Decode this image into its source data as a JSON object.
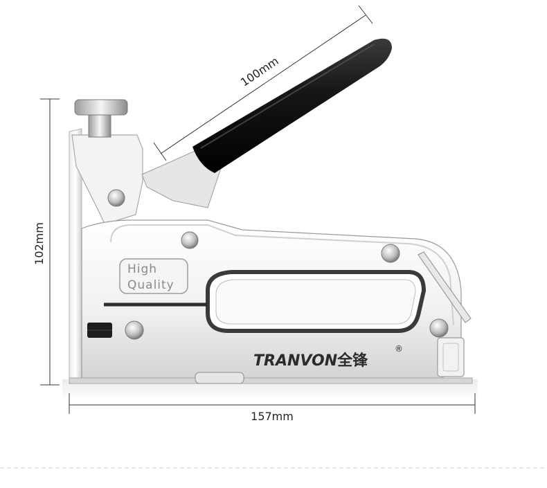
{
  "dimensions": {
    "handle_length": "100mm",
    "height": "102mm",
    "width": "157mm"
  },
  "badge": {
    "line1": "High",
    "line2": "Quality"
  },
  "brand": {
    "latin": "TRANVON",
    "chinese": "全锋",
    "registered": "®"
  },
  "colors": {
    "metal_light": "#f4f4f4",
    "metal_mid": "#d9d9d9",
    "metal_dark": "#8c8c8c",
    "handle_grip": "#1b1b1b",
    "dimension_line": "#333333"
  }
}
